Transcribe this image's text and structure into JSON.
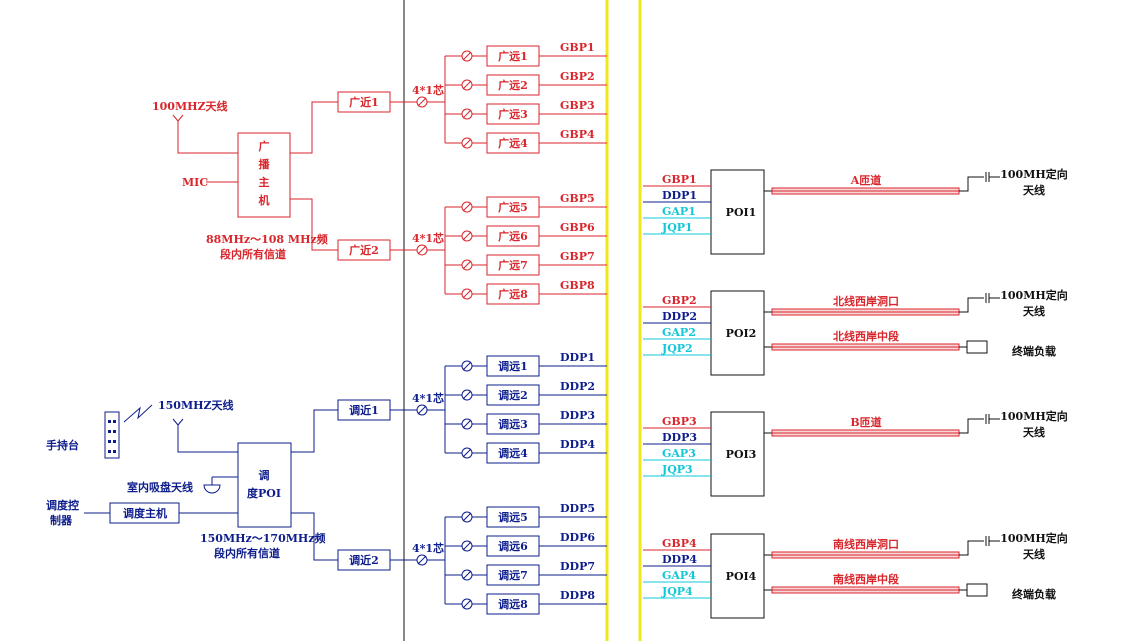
{
  "colors": {
    "broadcast": "#d9262c",
    "dispatch": "#0e1d8c",
    "gap": "#10c8d8",
    "divider": "#f2e61c",
    "black": "#111111"
  },
  "icons": [
    "antenna-icon",
    "walkie-talkie-icon",
    "dish-antenna-icon",
    "splitter-icon",
    "terminal-load-icon",
    "directional-antenna-icon"
  ],
  "broadcast": {
    "antenna_label": "100MHZ天线",
    "mic_label": "MIC",
    "host_chars": [
      "广",
      "播",
      "主",
      "机"
    ],
    "band_note": [
      "88MHz～108 MHz频",
      "段内所有信道"
    ],
    "near": [
      "广近1",
      "广近2"
    ],
    "core_label": "4*1芯",
    "remote": [
      "广远1",
      "广远2",
      "广远3",
      "广远4",
      "广远5",
      "广远6",
      "广远7",
      "广远8"
    ],
    "signals": [
      "GBP1",
      "GBP2",
      "GBP3",
      "GBP4",
      "GBP5",
      "GBP6",
      "GBP7",
      "GBP8"
    ]
  },
  "dispatch": {
    "antenna_label": "150MHZ天线",
    "handheld_label": "手持台",
    "indoor_antenna_label": "室内吸盘天线",
    "poi_chars": [
      "调",
      "度POI"
    ],
    "controller_label": [
      "调度控",
      "制器"
    ],
    "host_label": "调度主机",
    "band_note": [
      "150MHz～170MHz频",
      "段内所有信道"
    ],
    "near": [
      "调近1",
      "调近2"
    ],
    "core_label": "4*1芯",
    "remote": [
      "调远1",
      "调远2",
      "调远3",
      "调远4",
      "调远5",
      "调远6",
      "调远7",
      "调远8"
    ],
    "signals": [
      "DDP1",
      "DDP2",
      "DDP3",
      "DDP4",
      "DDP5",
      "DDP6",
      "DDP7",
      "DDP8"
    ]
  },
  "pois": [
    {
      "name": "POI1",
      "inputs": [
        "GBP1",
        "DDP1",
        "GAP1",
        "JQP1"
      ],
      "cables": [
        "A匝道"
      ],
      "ends": [
        {
          "type": "antenna",
          "label": [
            "100MH定向",
            "天线"
          ]
        }
      ]
    },
    {
      "name": "POI2",
      "inputs": [
        "GBP2",
        "DDP2",
        "GAP2",
        "JQP2"
      ],
      "cables": [
        "北线西岸洞口",
        "北线西岸中段"
      ],
      "ends": [
        {
          "type": "antenna",
          "label": [
            "100MH定向",
            "天线"
          ]
        },
        {
          "type": "load",
          "label": [
            "终端负载"
          ]
        }
      ]
    },
    {
      "name": "POI3",
      "inputs": [
        "GBP3",
        "DDP3",
        "GAP3",
        "JQP3"
      ],
      "cables": [
        "B匝道"
      ],
      "ends": [
        {
          "type": "antenna",
          "label": [
            "100MH定向",
            "天线"
          ]
        }
      ]
    },
    {
      "name": "POI4",
      "inputs": [
        "GBP4",
        "DDP4",
        "GAP4",
        "JQP4"
      ],
      "cables": [
        "南线西岸洞口",
        "南线西岸中段"
      ],
      "ends": [
        {
          "type": "antenna",
          "label": [
            "100MH定向",
            "天线"
          ]
        },
        {
          "type": "load",
          "label": [
            "终端负载"
          ]
        }
      ]
    }
  ]
}
